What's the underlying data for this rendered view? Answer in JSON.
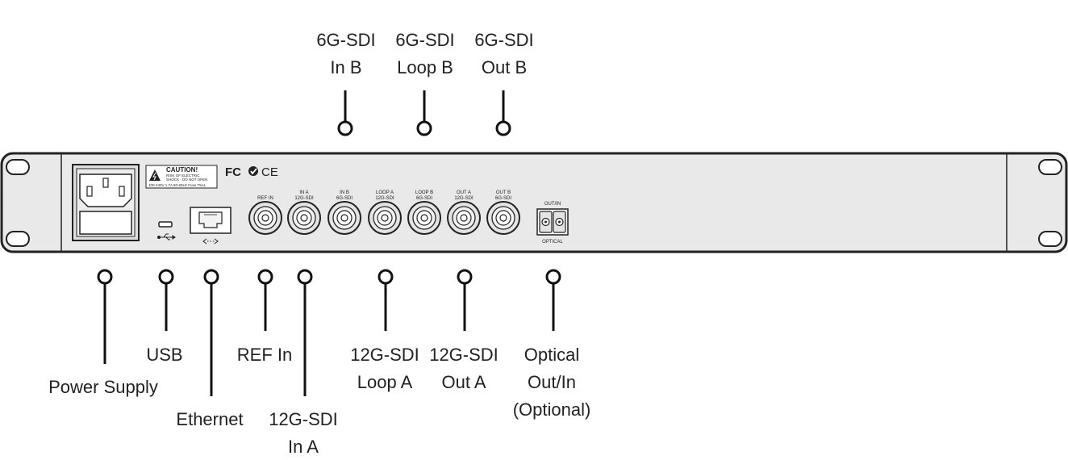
{
  "colors": {
    "line": "#111111",
    "panel": "#e9e9e9",
    "panel_edge": "#222222",
    "text": "#222222"
  },
  "panel_text": {
    "caution_title": "CAUTION!",
    "caution_line1": "RISK OF ELECTRIC",
    "caution_line2": "SHOCK - DO NOT OPEN",
    "power_rating": "100-240V 1.7A 50-60Hz Fuse T5AL",
    "cert_fc": "FC",
    "cert_ce": "CE",
    "ref_in": "REF IN",
    "in_a_1": "IN A",
    "in_a_2": "12G-SDI",
    "in_b_1": "IN B",
    "in_b_2": "6G-SDI",
    "loop_a_1": "LOOP A",
    "loop_a_2": "12G-SDI",
    "loop_b_1": "LOOP B",
    "loop_b_2": "6G-SDI",
    "out_a_1": "OUT A",
    "out_a_2": "12G-SDI",
    "out_b_1": "OUT B",
    "out_b_2": "6G-SDI",
    "optical_top": "OUT/IN",
    "optical_bottom": "OPTICAL"
  },
  "callouts": {
    "in_b": {
      "line1": "6G-SDI",
      "line2": "In B"
    },
    "loop_b": {
      "line1": "6G-SDI",
      "line2": "Loop B"
    },
    "out_b": {
      "line1": "6G-SDI",
      "line2": "Out B"
    },
    "power_supply": {
      "line1": "Power Supply"
    },
    "usb": {
      "line1": "USB"
    },
    "ethernet": {
      "line1": "Ethernet"
    },
    "ref_in": {
      "line1": "REF In"
    },
    "in_a": {
      "line1": "12G-SDI",
      "line2": "In A"
    },
    "loop_a": {
      "line1": "12G-SDI",
      "line2": "Loop A"
    },
    "out_a": {
      "line1": "12G-SDI",
      "line2": "Out A"
    },
    "optical": {
      "line1": "Optical",
      "line2": "Out/In",
      "line3": "(Optional)"
    }
  },
  "icons": [
    "warning-icon",
    "usb-icon",
    "ethernet-icon",
    "fc-icon",
    "ce-icon",
    "rohs-icon"
  ]
}
